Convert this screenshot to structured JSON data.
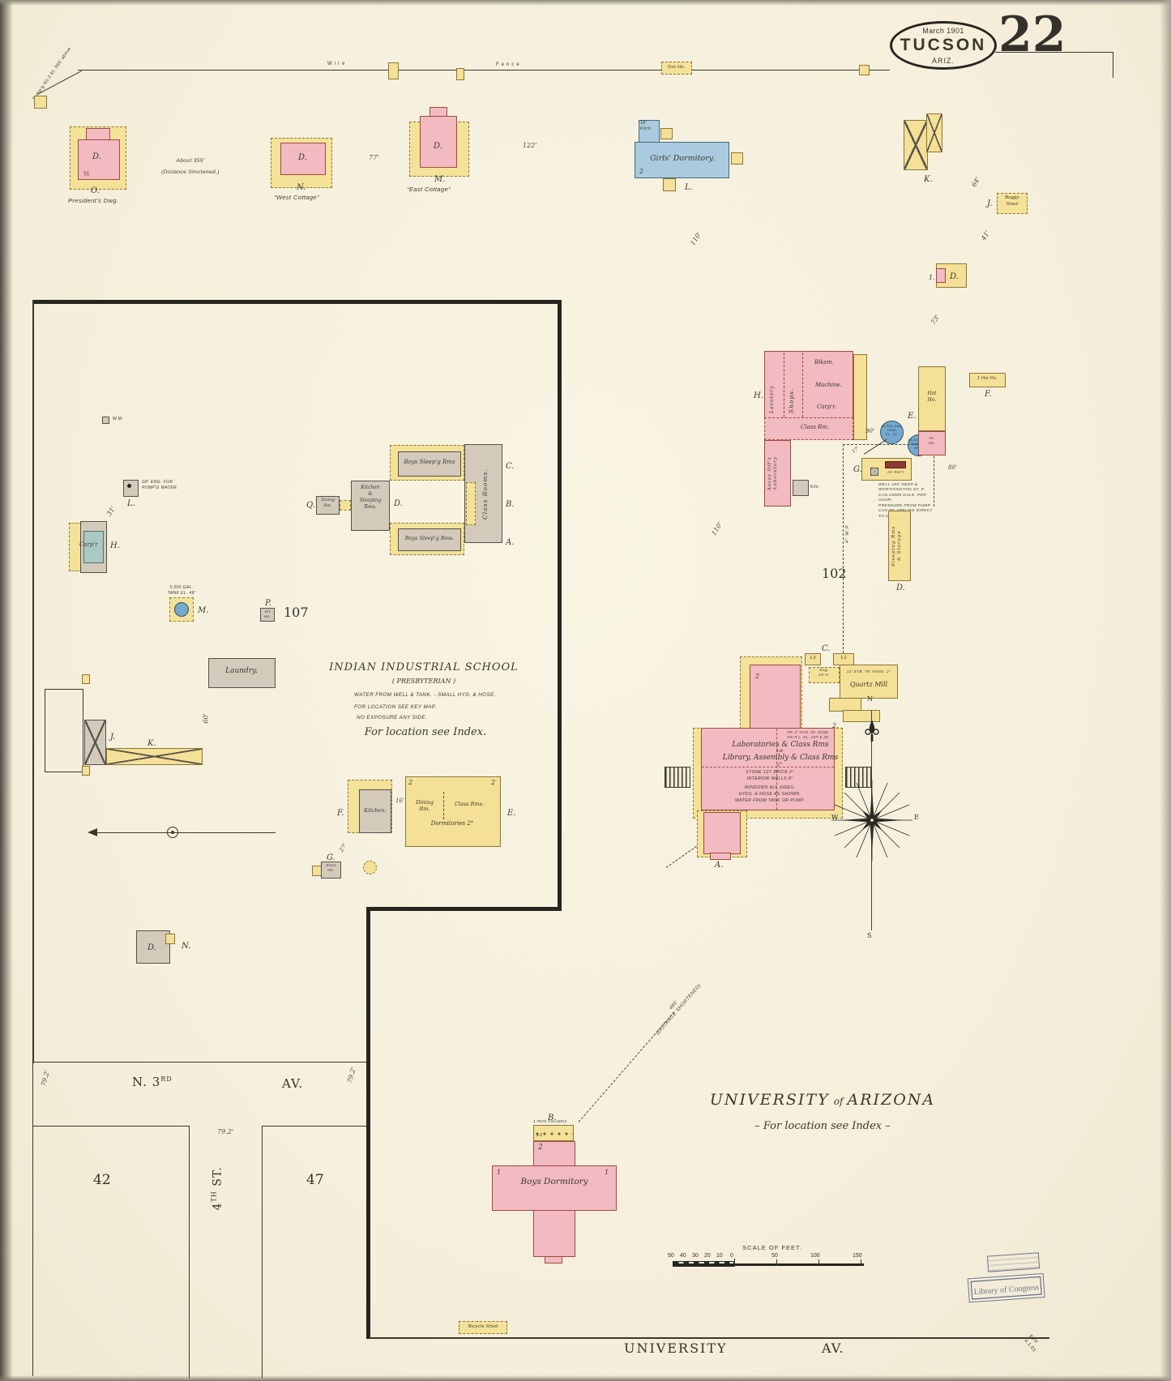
{
  "header": {
    "date": "March 1901",
    "city": "TUCSON",
    "state": "Ariz.",
    "sheet_number": "22"
  },
  "marks": {
    "one": "1",
    "two": "2",
    "half": "½",
    "x": "x",
    "one_two": "1-2"
  },
  "fence": {
    "wire": "Wire",
    "fence": "Fence",
    "spring_note": "Pump'g No.2 El. 555' above",
    "out_house": "Out Ho."
  },
  "top_row": {
    "presidents_mark": "D.",
    "presidents_letter": "O.",
    "presidents_caption": "President's Dwg.",
    "distance1": "About 355'",
    "distance2": "(Distance Shortened.)",
    "west_mark": "D.",
    "west_letter": "N.",
    "west_caption": "“West Cottage”",
    "meas_77": "77'",
    "east_mark": "D.",
    "east_letter": "M.",
    "east_caption": "“East Cottage”",
    "meas_122": "122'",
    "girls_kitch": "18'\nKitch.",
    "girls_name": "Girls' Dormitory.",
    "girls_letter": "L.",
    "meas_64": "64'",
    "k_letter": "K.",
    "buggy_letter": "J.",
    "buggy_name": "Buggy\nShed",
    "meas_41": "41'",
    "d_small_mark": "D.",
    "d_small_one": "1.",
    "meas_73": "73'",
    "meas_110": "110'"
  },
  "school": {
    "block_number": "107",
    "wm": "W.M.",
    "eng_note": "GP. ENG. FOR\nPUMP'G WATER.",
    "eng_letter": "L.",
    "meas_31": "31'",
    "carpr_name": "Carp'r",
    "carpr_letter": "H.",
    "tank_note": "5,000 GAL.\nTANK EL. 48'",
    "tank_letter": "M.",
    "oil_name": "Oil\nHo.",
    "oil_letter": "P.",
    "laundry_name": "Laundry.",
    "j_letter": "J.",
    "k_letter": "K.",
    "meas_60": "60'",
    "dining_q": "Dining\nRm.",
    "q_letter": "Q.",
    "kitchen_sleeping": "Kitchen\n&\nSleeping\nRms.",
    "boys_top": "Boys Sleep'g Rms",
    "boys_bottom": "Boys Sleep'g Rms.",
    "class_rooms": "Class Rooms.",
    "d_court": "D.",
    "c_letter": "C.",
    "b_letter": "B.",
    "a_letter": "A.",
    "title": "INDIAN INDUSTRIAL SCHOOL",
    "subtitle": "( PRESBYTERIAN )",
    "note1": "WATER FROM WELL & TANK.  -  SMALL HYD. & HOSE.",
    "note2": "FOR LOCATION SEE KEY MAP.",
    "note3": "NO EXPOSURE ANY SIDE.",
    "note4": "For location see Index.",
    "f_letter": "F.",
    "kitchen2": "Kitchen.",
    "meas_16": "16'",
    "dining2": "Dining\nRm.",
    "class2": "Class Rms.",
    "dorms": "Dormitories  2°",
    "e_letter": "E.",
    "store_name": "Store\nHo.",
    "g_letter": "G.",
    "meas_27": "27'",
    "n_letter": "N.",
    "n_mark": "D."
  },
  "university": {
    "block_number": "102",
    "h_letter": "H.",
    "lavatory": "Lavatory",
    "shops": "Shops.",
    "blksm": "Blksm.",
    "machine": "Machine.",
    "carpr": "Carp'r.",
    "class_rm": "Class Rm.",
    "assay": "Assay Off's\nLaboratory",
    "kiln": "Kiln.",
    "tank1": "10,000 GAL.\nTANK\nEL. 12'",
    "tank2": "14,000 GAL.\nTANK ON\nGRD.",
    "meas_17": "17'",
    "g_letter": "G.",
    "air_receiver": "Air Rec'r",
    "well_note": "WELL 105' DEEP &\nWORTHINGTON ST. P.\nCAN 25000 GALS. PER\nHOUR.\nPRESSURE FROM PUMP\nCAN BE APPLIED DIRECT\nTO MAINS.",
    "meas_80": "80'",
    "meas_90": "90'",
    "pipe_label": "4\" W.P.",
    "hot_e": "Hot\nHo.",
    "e_letter": "E.",
    "ht_ho": "Ht.\nHo.",
    "hot_f": "1  Hot Ho.",
    "f_letter": "F.",
    "sleeping_storage": "Sleeping Rms\n& Storage",
    "d_letter": "D.",
    "meas_110": "110'",
    "c_letter": "C.",
    "eng_box": "Eng.\n25 H.",
    "mill_hose": "12' ETB. 75' HOSE. 2\"",
    "quartz": "Quartz Mill",
    "floor_2": "2.",
    "hose_note": "PP. 2\" HYD. 50' HOSE\nON R.L.  EL. 1ST & 2D",
    "main1": "Laboratories & Class Rms",
    "main1b": "1st",
    "main2": "Library, Assembly & Class Rms",
    "main2b": "2°",
    "mnote1": "STONE 1ST   BRICK 2°",
    "mnote2": "INTERIOR WALLS 8\"",
    "mnote3": "WINDOWS ALL SIDES.",
    "mnote4": "HYDS. & HOSE AS SHOWN.",
    "mnote5": "WATER FROM TANK OR PUMP.",
    "a_letter": "A.",
    "b_letter": "B.",
    "porch_note": "4 IRON COLUMNS",
    "dorm_name": "Boys Dormitory",
    "dist485": "485'\n(DISTANCE SHORTENED)",
    "title1": "UNIVERSITY",
    "title2": "of",
    "title3": "ARIZONA",
    "subtitle": "– For location see Index –"
  },
  "compass": {
    "n": "N",
    "e": "E",
    "s": "S",
    "w": "W"
  },
  "bottom": {
    "scale_title": "SCALE OF FEET.",
    "scale_left": [
      "50",
      "40",
      "30",
      "20",
      "10",
      "0"
    ],
    "scale_right": [
      "50",
      "100",
      "150"
    ],
    "n3": "N.  3",
    "n3_sup": "RD",
    "av1": "AV.",
    "st4": "4",
    "st4_sup": "TH",
    "st4_word": " ST.",
    "university_st": "UNIVERSITY",
    "av2": "AV.",
    "block42": "42",
    "block47": "47",
    "m792a": "79.2'",
    "m792b": "79.2'",
    "m792c": "79.2'",
    "bicycle": "Bicycle Shed",
    "stamp": "Library of Congress",
    "surveyor": "EPF\n4.1.01"
  }
}
